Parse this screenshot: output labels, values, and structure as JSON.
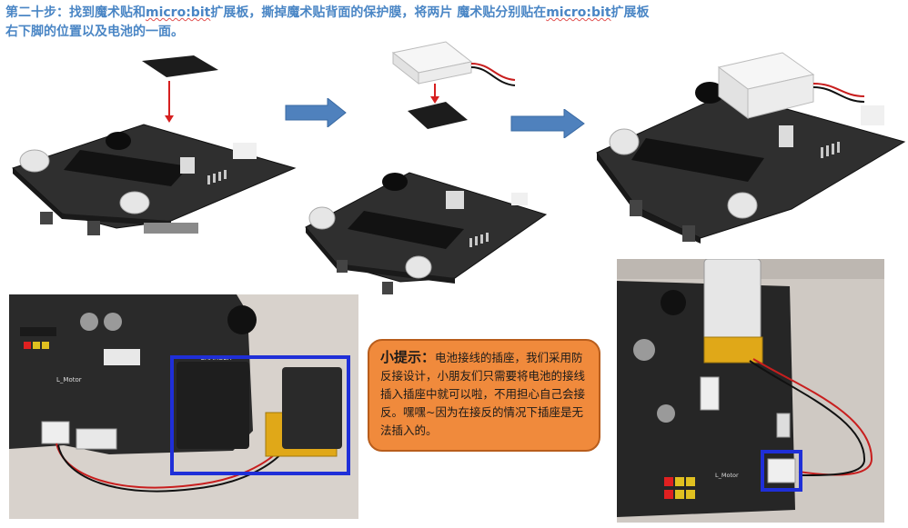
{
  "instruction": {
    "line1_part1": "第二十步：找到魔术贴和",
    "line1_link1": "micro:bit",
    "line1_part2": "扩展板，撕掉魔术贴背面的保护膜，将两片 魔术贴分别贴在",
    "line1_link2": "micro:bit",
    "line1_part3": "扩展板",
    "line2": "右下脚的位置以及电池的一面。"
  },
  "tip": {
    "label": "小提示：",
    "body": "电池接线的插座，我们采用防反接设计，小朋友们只需要将电池的接线插入插座中就可以啦，不用担心自己会接反。嘿嘿~因为在接反的情况下插座是无法插入的。"
  },
  "photos": {
    "left_board_labels": {
      "charger": "CHARGER",
      "l_motor": "L_Motor"
    },
    "right_board_labels": {
      "l_motor": "L_Motor"
    }
  },
  "colors": {
    "title": "#4a86c5",
    "arrow_fill": "#4f81bd",
    "highlight_box": "#1f2fd8",
    "tip_fill": "#f08a3c",
    "pcb": "#2a2a2a"
  }
}
